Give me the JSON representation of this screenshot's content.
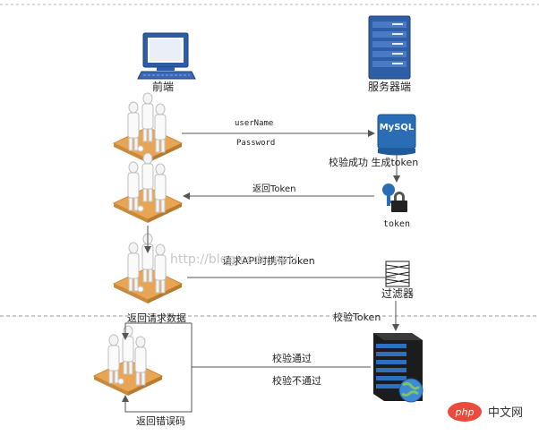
{
  "nodes": {
    "frontend_label": "前端",
    "server_label": "服务器端",
    "mysql_label": "MySQL",
    "token_label": "token",
    "filter_label": "过滤器"
  },
  "edges": {
    "username": "userName",
    "password": "Password",
    "verify_success": "校验成功 生成token",
    "return_token": "返回Token",
    "request_with_token": "请求API时携带Token",
    "verify_token": "校验Token",
    "return_data": "返回请求数据",
    "verify_pass": "校验通过",
    "verify_fail": "校验不通过",
    "return_error": "返回错误码"
  },
  "watermark": {
    "url": "http://blog.csdn.net/",
    "badge_text": "php",
    "site_text": "中文网"
  },
  "colors": {
    "arrow": "#555555",
    "dashed_divider": "#9a9a9a",
    "mysql_blue": "#2a6db5",
    "server_blue": "#2e5fa6",
    "platform_orange": "#e8a654",
    "badge_red": "#e94b3c"
  },
  "icons": [
    "computer-icon",
    "server-rack-icon",
    "mysql-icon",
    "key-lock-icon",
    "filter-icon",
    "server-globe-icon",
    "people-icon"
  ]
}
